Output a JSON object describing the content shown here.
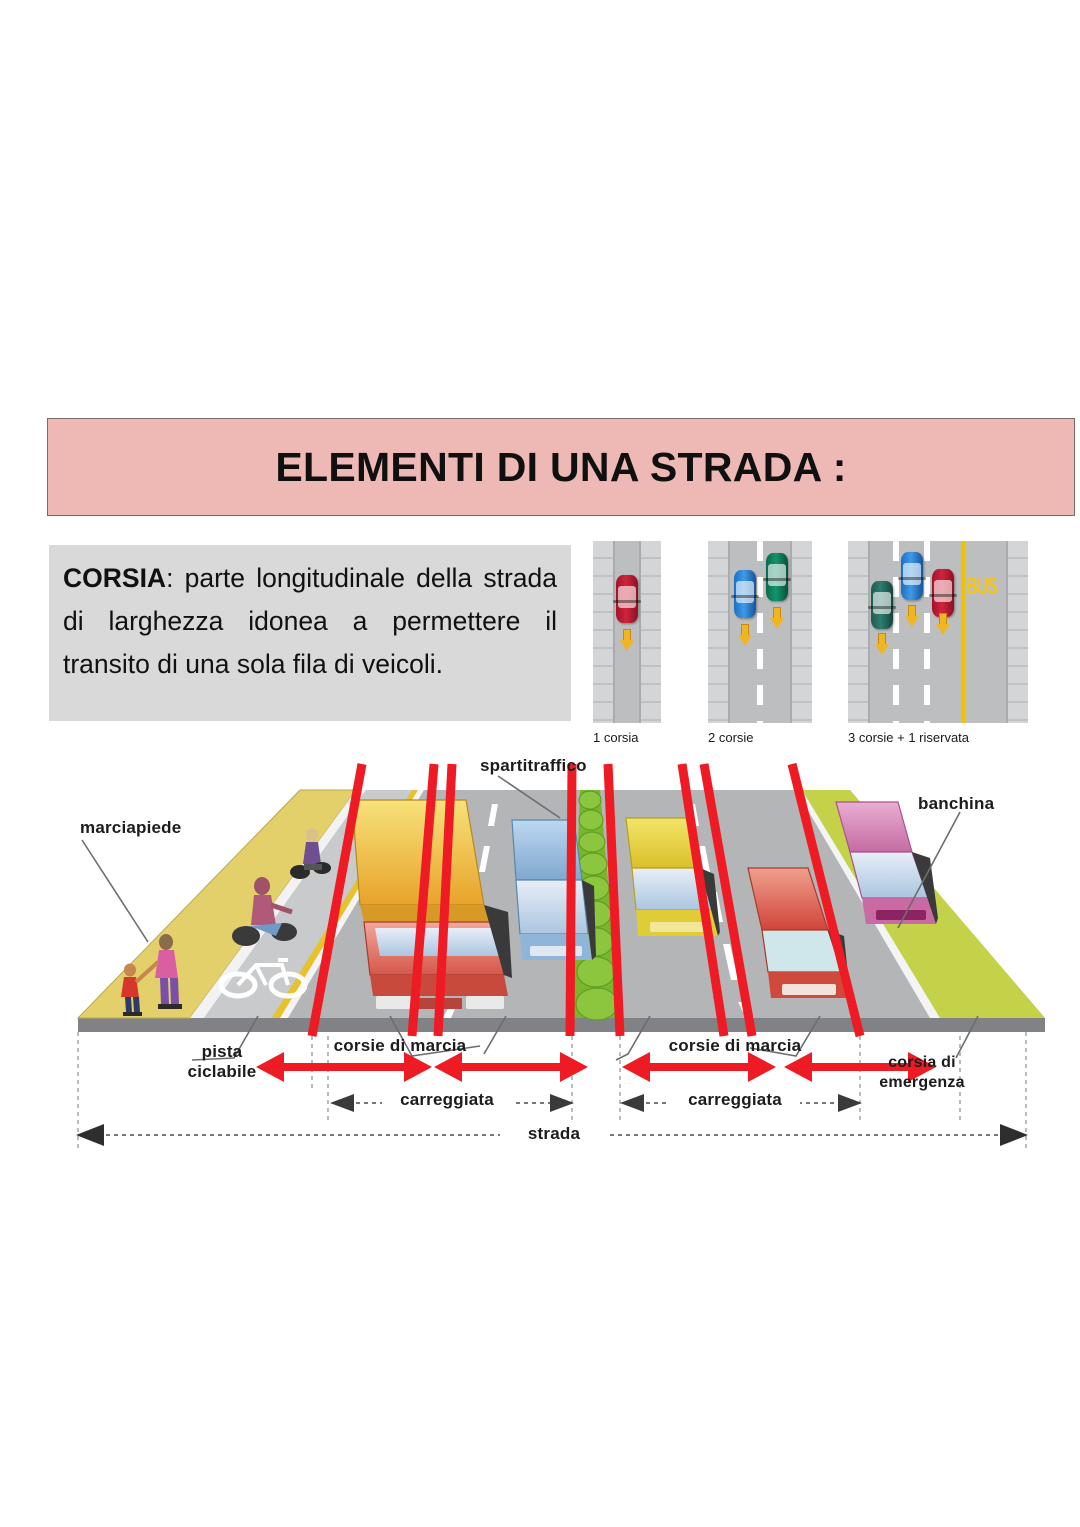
{
  "banner": {
    "title": "ELEMENTI DI UNA STRADA :",
    "bg_color": "#eeb9b5",
    "border_color": "#7a6a68"
  },
  "definition": {
    "term": "CORSIA",
    "separator": ": ",
    "body": "parte longitudinale della strada di larghezza idonea a permettere il transito di una sola fila di veicoli.",
    "bg_color": "#d9d9d9"
  },
  "lane_figures": [
    {
      "caption": "1 corsia",
      "lanes": 1,
      "cars": [
        {
          "color_name": "red",
          "lane": 0
        }
      ],
      "reserved_lane": false
    },
    {
      "caption": "2 corsie",
      "lanes": 2,
      "cars": [
        {
          "color_name": "blue",
          "lane": 0
        },
        {
          "color_name": "green",
          "lane": 1
        }
      ],
      "reserved_lane": false
    },
    {
      "caption": "3 corsie + 1 riservata",
      "lanes": 3,
      "cars": [
        {
          "color_name": "teal",
          "lane": 0
        },
        {
          "color_name": "blue",
          "lane": 1
        },
        {
          "color_name": "red",
          "lane": 2
        }
      ],
      "reserved_lane": true,
      "reserved_marking": "BUS",
      "reserved_line_color": "#f2c200"
    }
  ],
  "illustration": {
    "labels": {
      "marciapiede": "marciapiede",
      "spartitraffico": "spartitraffico",
      "banchina": "banchina",
      "pista_ciclabile_line1": "pista",
      "pista_ciclabile_line2": "ciclabile",
      "corsie_di_marcia_left": "corsie di marcia",
      "corsie_di_marcia_right": "corsie di marcia",
      "carreggiata_left": "carreggiata",
      "carreggiata_right": "carreggiata",
      "corsia_di_emergenza_line1": "corsia di",
      "corsia_di_emergenza_line2": "emergenza",
      "strada": "strada"
    },
    "annotation_color": "#ee1b24",
    "surface_colors": {
      "sidewalk": "#e3d06a",
      "asphalt": "#b3b5b7",
      "bike_path": "#c9cacc",
      "median_hedge": "#8cc63f",
      "shoulder_grass": "#c4d24a",
      "road_edge": "#808285"
    },
    "vehicles": [
      {
        "type": "truck",
        "color_name": "yellow-cab-red"
      },
      {
        "type": "van",
        "color_name": "blue"
      },
      {
        "type": "car",
        "color_name": "yellow"
      },
      {
        "type": "car",
        "color_name": "red"
      },
      {
        "type": "car",
        "color_name": "pink"
      },
      {
        "type": "motorcycle",
        "color_name": "dark"
      },
      {
        "type": "bicycle",
        "color_name": "dark"
      },
      {
        "type": "pedestrian-adult",
        "color_name": "pink-purple"
      },
      {
        "type": "pedestrian-child",
        "color_name": "red"
      }
    ]
  }
}
